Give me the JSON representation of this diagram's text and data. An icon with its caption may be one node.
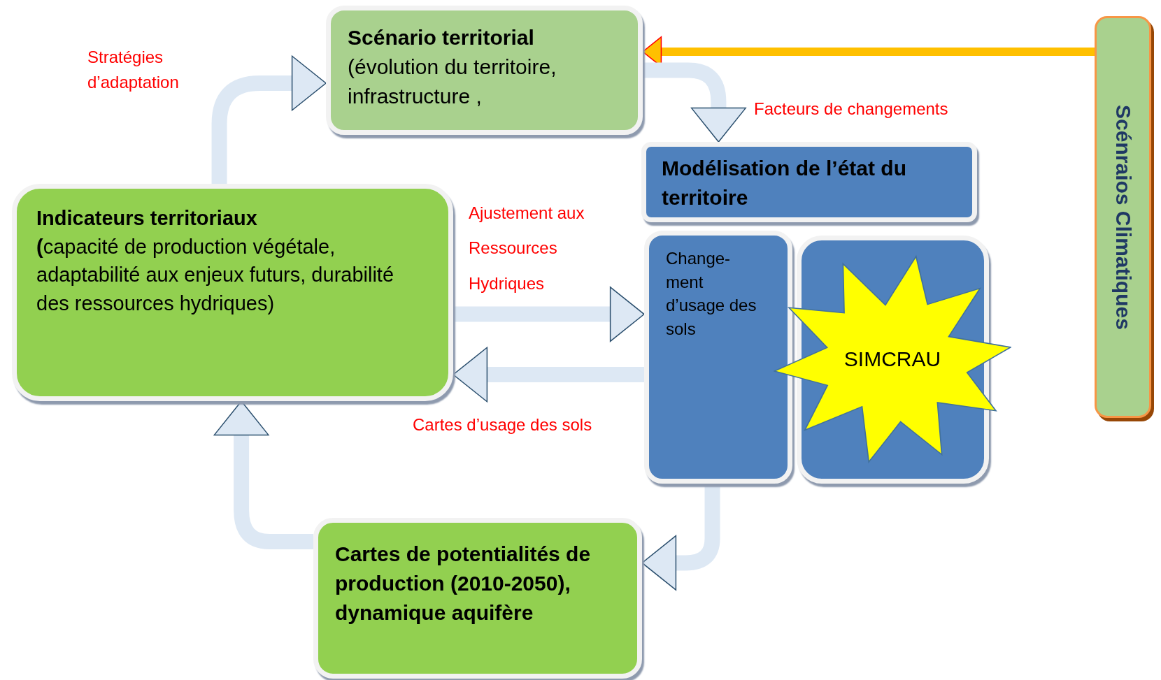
{
  "diagram": {
    "nodes": [
      {
        "text": [
          "Scénario territorial",
          "(évolution du territoire, infrastructure ,"
        ]
      },
      {
        "text": [
          "Scénraios Climatiques"
        ]
      },
      {
        "text": [
          "Modélisation de l’état du territoire"
        ]
      },
      {
        "text": [
          "Change-ment d’usage des sols"
        ]
      },
      {
        "text": [],
        "shape": "box"
      },
      {
        "text": [
          "SIMCRAU"
        ],
        "in": 4
      },
      {
        "text": [
          "Indicateurs territoriaux",
          "**(**capacité de production végétale, adaptabilité aux enjeux futurs, durabilité des ressources hydriques)"
        ]
      },
      {
        "text": [
          "Cartes de potentialités de production (2010-2050), dynamique aquifère"
        ]
      }
    ],
    "edges": [
      {
        "from": 1,
        "to": 0,
        "arrow": "to",
        "color": "#ffc000"
      },
      {
        "from": 6,
        "to": 0,
        "arrow": "to",
        "label": "Stratégies d’adaptation"
      },
      {
        "from": 0,
        "to": 2,
        "arrow": "to",
        "label": "Facteurs de changements"
      },
      {
        "from": 6,
        "to": 3,
        "arrow": "to",
        "label": "Ajustement aux Ressources Hydriques"
      },
      {
        "from": 3,
        "to": 6,
        "arrow": "to",
        "label": "Cartes d’usage des sols"
      },
      {
        "from": 3,
        "to": 7,
        "arrow": "to"
      },
      {
        "from": 7,
        "to": 6,
        "arrow": "to"
      }
    ]
  }
}
